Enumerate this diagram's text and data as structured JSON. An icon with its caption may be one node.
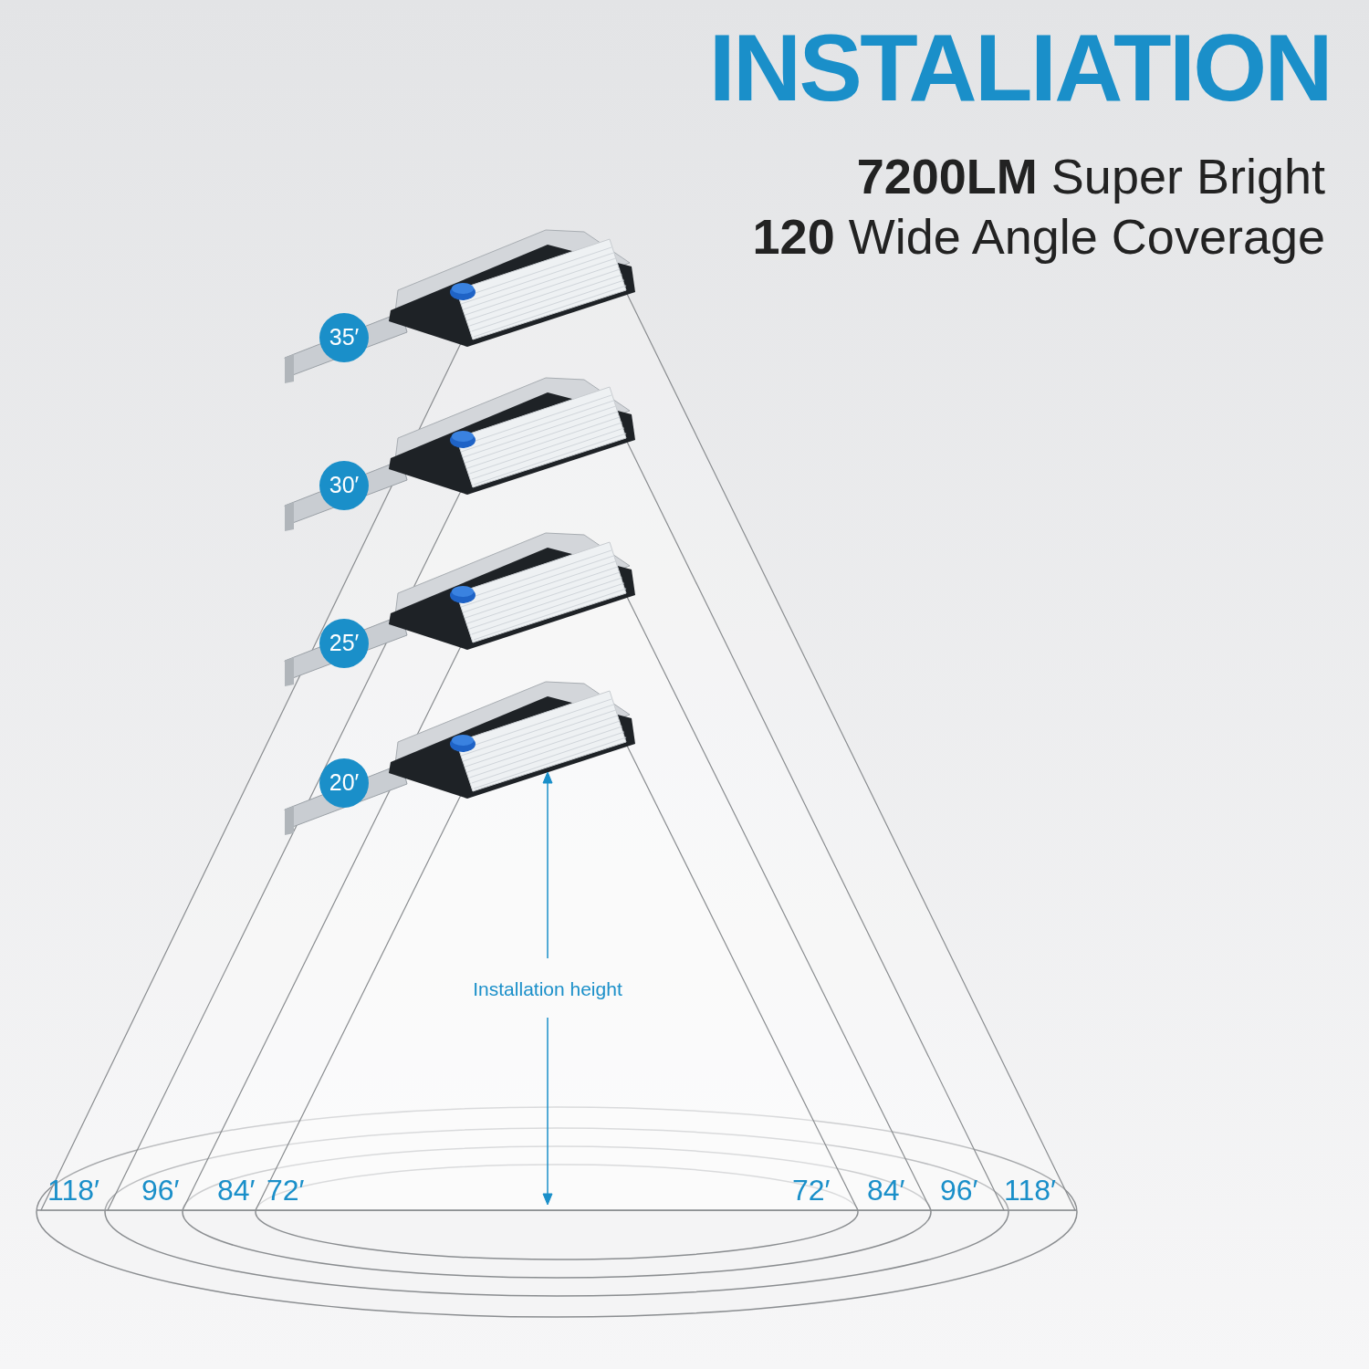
{
  "diagram": {
    "title": "INSTALIATION",
    "nodes": [
      {
        "text": [
          "35′"
        ]
      },
      {
        "text": [
          "30′"
        ]
      },
      {
        "text": [
          "25′"
        ]
      },
      {
        "text": [
          "20′"
        ]
      }
    ],
    "labels": [
      "**7200LM** Super Bright",
      "**120** Wide Angle Coverage",
      "Installation height",
      "118′",
      "96′",
      "84′",
      "72′",
      "72′",
      "84′",
      "96′",
      "118′"
    ]
  }
}
